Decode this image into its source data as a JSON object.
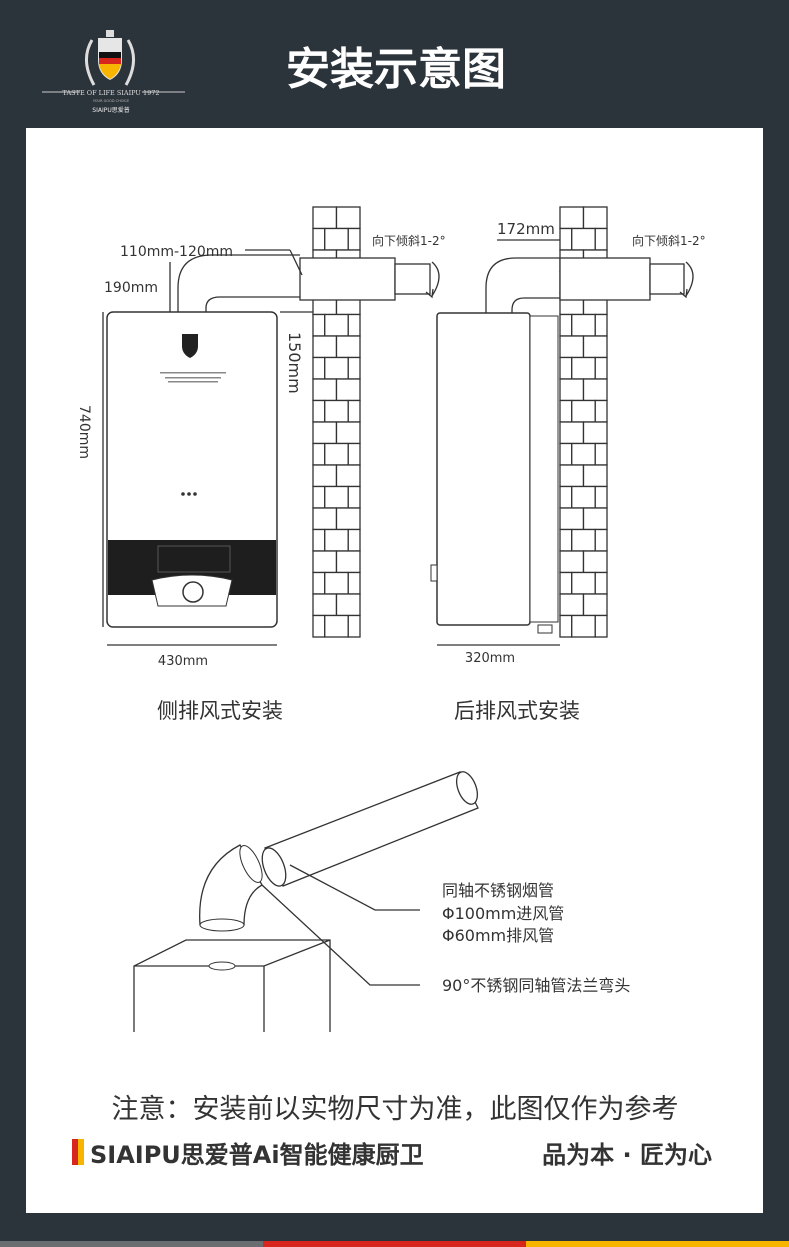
{
  "header": {
    "title": "安装示意图",
    "logo": {
      "brand": "SIAIPU",
      "tagline": "TASTE OF LIFE SIAIPU 1972",
      "subtag": "YOUR GOOD CHOICE",
      "small": "SIAIPU思爱普"
    }
  },
  "side_install": {
    "caption": "侧排风式安装",
    "dim_pipe_len": "110mm-120mm",
    "dim_height_pipe": "190mm",
    "dim_wall_gap": "150mm",
    "dim_height": "740mm",
    "dim_width": "430mm",
    "slope_note": "向下倾斜1-2°"
  },
  "rear_install": {
    "caption": "后排风式安装",
    "dim_offset": "172mm",
    "dim_depth": "320mm",
    "slope_note": "向下倾斜1-2°"
  },
  "pipe_detail": {
    "label1": "同轴不锈钢烟管",
    "label2": "Φ100mm进风管",
    "label3": "Φ60mm排风管",
    "label4": "90°不锈钢同轴管法兰弯头"
  },
  "footer": {
    "note": "注意：安装前以实物尺寸为准，此图仅作为参考",
    "brand": "SIAIPU思爱普Ai智能健康厨卫",
    "slogan": "品为本 · 匠为心"
  },
  "colors": {
    "background": "#2b333b",
    "panel": "#ffffff",
    "stripe_grey": "#6b6e70",
    "stripe_red": "#d7261e",
    "stripe_yellow": "#f7b500"
  }
}
